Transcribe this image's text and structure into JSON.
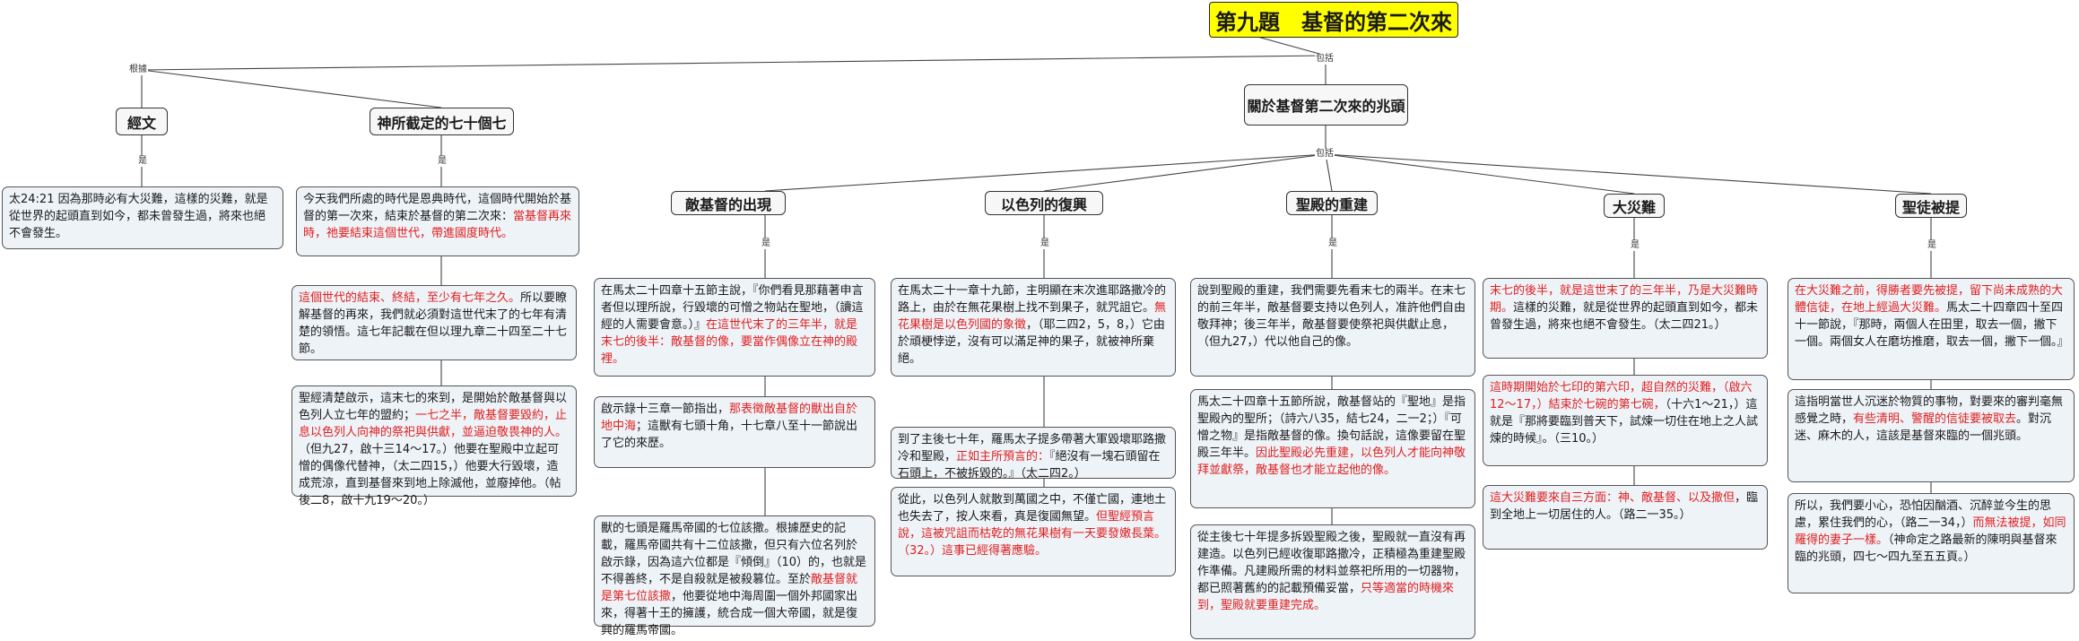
{
  "root": "第九題　基督的第二次來",
  "link_labels": {
    "genju": "根據",
    "baokuo": "包括",
    "shi": "是"
  },
  "nodes": {
    "jingwen": "經文",
    "qishige": "神所截定的七十個七",
    "zhaotou": "關於基督第二次來的兆頭",
    "dijidu": "敵基督的出現",
    "yiselie": "以色列的復興",
    "shengdian": "聖殿的重建",
    "dazainan": "大災難",
    "shengtu": "聖徒被提"
  },
  "notes": {
    "jingwen_1": [
      {
        "t": "太24:21  因為那時必有大災難，這樣的災難，就是從世界的起頭直到如今，都未曾發生過，將來也絕不會發生。"
      }
    ],
    "qishi_1": [
      {
        "t": "今天我們所處的時代是恩典時代，這個時代開始於基督的第一次來，結束於基督的第二次來："
      },
      {
        "t": "當基督再來時，祂要結束這個世代，帶進國度時代。",
        "c": "red"
      }
    ],
    "qishi_2": [
      {
        "t": "這個世代的結束、終結，至少有七年之久。",
        "c": "red"
      },
      {
        "t": "所以要瞭解基督的再來，我們就必須對這世代末了的七年有清楚的領悟。這七年記載在但以理九章二十四至二十七節。"
      }
    ],
    "qishi_3": [
      {
        "t": "聖經清楚啟示，這末七的來到，是開始於敵基督與以色列人立七年的盟約；"
      },
      {
        "t": "一七之半，敵基督要毀約，止息以色列人向神的祭祀與供獻，並逼迫敬畏神的人。",
        "c": "red"
      },
      {
        "t": "（但九27，啟十三14～17。）他要在聖殿中立起可憎的偶像代替神，（太二四15，）他要大行毀壞，造成荒涼，直到基督來到地上除滅他，並廢掉他。（帖後二8，啟十九19～20。）"
      }
    ],
    "di_1": [
      {
        "t": "在馬太二十四章十五節主說，『你們看見那藉著申言者但以理所說，行毀壞的可憎之物站在聖地，（讀這經的人需要會意。）』"
      },
      {
        "t": "在這世代末了的三年半，就是末七的後半：敵基督的像，要當作偶像立在神的殿裡。",
        "c": "red"
      }
    ],
    "di_2": [
      {
        "t": "啟示錄十三章一節指出，"
      },
      {
        "t": "那表徵敵基督的獸出自於地中海",
        "c": "red"
      },
      {
        "t": "；這獸有七頭十角，十七章八至十一節說出了它的來歷。"
      }
    ],
    "di_3": [
      {
        "t": "獸的七頭是羅馬帝國的七位該撒。根據歷史的記載，羅馬帝國共有十二位該撒，但只有六位名列於啟示錄，因為這六位都是『傾倒』（10）的，也就是不得善終，不是自殺就是被殺篡位。至於"
      },
      {
        "t": "敵基督就是第七位該撒",
        "c": "red"
      },
      {
        "t": "，他要從地中海周圍一個外邦國家出來，得著十王的擁護，統合成一個大帝國，就是復興的羅馬帝國。"
      }
    ],
    "yi_1": [
      {
        "t": "在馬太二十一章十九節，主明顯在末次進耶路撒冷的路上，由於在無花果樹上找不到果子，就咒詛它。"
      },
      {
        "t": "無花果樹是以色列國的象徵",
        "c": "red"
      },
      {
        "t": "，（耶二四2，5，8，）它由於頑梗悖逆，沒有可以滿足神的果子，就被神所棄絕。"
      }
    ],
    "yi_2": [
      {
        "t": "到了主後七十年，羅馬太子提多帶著大軍毀壞耶路撒冷和聖殿，"
      },
      {
        "t": "正如主所預言的：",
        "c": "red"
      },
      {
        "t": "『絕沒有一塊石頭留在石頭上，不被拆毀的。』（太二四2。）"
      }
    ],
    "yi_3": [
      {
        "t": "從此，以色列人就散到萬國之中，不僅亡國，連地土也失去了，按人來看，真是復國無望。"
      },
      {
        "t": "但聖經預言說，這被咒詛而枯乾的無花果樹有一天要發嫩長葉。（32。）這事已經得著應驗。",
        "c": "red"
      }
    ],
    "sheng_1": [
      {
        "t": "說到聖殿的重建，我們需要先看末七的兩半。在末七的前三年半，敵基督要支持以色列人，准許他們自由敬拜神；後三年半，敵基督要使祭祀與供獻止息，（但九27，）代以他自己的像。"
      }
    ],
    "sheng_2": [
      {
        "t": "馬太二十四章十五節所說，敵基督站的『聖地』是指聖殿內的聖所；（詩六八35，結七24，二一2；）『可憎之物』是指敵基督的像。換句話說，這像要留在聖殿三年半。"
      },
      {
        "t": "因此聖殿必先重建，以色列人才能向神敬拜並獻祭，敵基督也才能立起他的像。",
        "c": "red"
      }
    ],
    "sheng_3": [
      {
        "t": "從主後七十年提多拆毀聖殿之後，聖殿就一直沒有再建造。以色列已經收復耶路撒冷，正積極為重建聖殿作準備。凡建殿所需的材料並祭祀所用的一切器物，都已照著舊約的記載預備妥當，"
      },
      {
        "t": "只等適當的時機來到，聖殿就要重建完成。",
        "c": "red"
      }
    ],
    "da_1": [
      {
        "t": "末七的後半，就是這世末了的三年半，乃是大災難時期。",
        "c": "red"
      },
      {
        "t": "這樣的災難，就是從世界的起頭直到如今，都未曾發生過，將來也絕不會發生。（太二四21。）"
      }
    ],
    "da_2": [
      {
        "t": "這時期開始於七印的第六印，超自然的災難，（啟六12～17，）結束於七碗的第七碗，",
        "c": "red"
      },
      {
        "t": "（十六1～21，）這就是『那將要臨到普天下，試煉一切住在地上之人試煉的時候』。（三10。）"
      }
    ],
    "da_3": [
      {
        "t": "這大災難要來自三方面：神、敵基督、以及撒但",
        "c": "red"
      },
      {
        "t": "，臨到全地上一切居住的人。（路二一35。）"
      }
    ],
    "tu_1": [
      {
        "t": "在大災難之前，得勝者要先被提，留下尚未成熟的大體信徒，在地上經過大災難。",
        "c": "red"
      },
      {
        "t": "馬太二十四章四十至四十一節說，『那時，兩個人在田里，取去一個，撇下一個。兩個女人在磨坊推磨，取去一個，撇下一個。』"
      }
    ],
    "tu_2": [
      {
        "t": "這指明當世人沉迷於物質的事物，對要來的審判毫無感覺之時，"
      },
      {
        "t": "有些清明、警醒的信徒要被取去",
        "c": "red"
      },
      {
        "t": "。對沉迷、麻木的人，這該是基督來臨的一個兆頭。"
      }
    ],
    "tu_3": [
      {
        "t": "所以，我們要小心，恐怕因酗酒、沉醉並今生的思慮，累住我們的心，（路二一34，）"
      },
      {
        "t": "而無法被提，如同羅得的妻子一樣。",
        "c": "red"
      },
      {
        "t": "（神命定之路最新的陳明與基督來臨的兆頭，四七～四九至五五頁。）"
      }
    ]
  }
}
